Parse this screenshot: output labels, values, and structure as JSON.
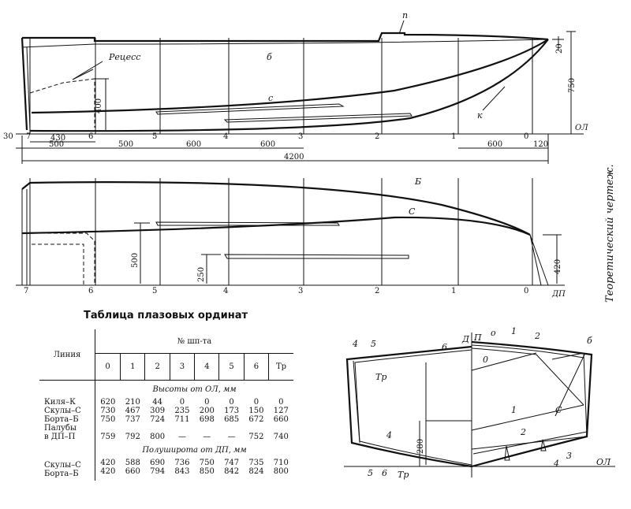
{
  "side_view": {
    "labels": {
      "recess": "Рецесс",
      "b": "б",
      "s": "с",
      "k": "к",
      "p": "п",
      "ol": "ОЛ"
    },
    "stations": [
      "7",
      "6",
      "5",
      "4",
      "3",
      "2",
      "1",
      "0"
    ],
    "dims": {
      "d430": "430",
      "d500a": "500",
      "d500b": "500",
      "d600a": "600",
      "d600b": "600",
      "d600c": "600",
      "d120": "120",
      "d30": "30",
      "d400": "400",
      "d20": "20",
      "d750": "750",
      "d4200": "4200"
    }
  },
  "plan_view": {
    "labels": {
      "B": "Б",
      "C": "С",
      "dp": "ДП"
    },
    "stations": [
      "7",
      "6",
      "5",
      "4",
      "3",
      "2",
      "1",
      "0"
    ],
    "dims": {
      "d500": "500",
      "d250": "250",
      "d420": "420"
    }
  },
  "body_plan": {
    "labels": {
      "d": "Д",
      "p": "П",
      "o": "о",
      "n1": "1",
      "n2": "2",
      "b": "б",
      "n4": "4",
      "n5": "5",
      "tr": "Тр",
      "n6": "6",
      "zero": "0",
      "one": "1",
      "two": "2",
      "c": "С",
      "four": "4",
      "three": "3",
      "bot4": "4",
      "bot5": "5",
      "bot6": "6",
      "botTr": "Тр",
      "d280": "280",
      "ol": "ОЛ"
    }
  },
  "side_caption": "Теоретический чертеж.",
  "table": {
    "title": "Таблица плазовых ординат",
    "col_header_line": "Линия",
    "group_header": "№ шп-та",
    "columns": [
      "0",
      "1",
      "2",
      "3",
      "4",
      "5",
      "6",
      "Тр"
    ],
    "section1_title": "Высоты от ОЛ, мм",
    "section1_names": [
      "Киля–К",
      "Скулы–С",
      "Борта–Б",
      "Палубы",
      "в ДП–П"
    ],
    "section1_rows": [
      [
        "620",
        "210",
        "44",
        "0",
        "0",
        "0",
        "0",
        "0"
      ],
      [
        "730",
        "467",
        "309",
        "235",
        "200",
        "173",
        "150",
        "127"
      ],
      [
        "750",
        "737",
        "724",
        "711",
        "698",
        "685",
        "672",
        "660"
      ],
      [
        "",
        "",
        "",
        "",
        "",
        "",
        "",
        ""
      ],
      [
        "759",
        "792",
        "800",
        "—",
        "—",
        "—",
        "752",
        "740"
      ]
    ],
    "section2_title": "Полуширота от ДП, мм",
    "section2_names": [
      "Скулы–С",
      "Борта–Б"
    ],
    "section2_rows": [
      [
        "420",
        "588",
        "690",
        "736",
        "750",
        "747",
        "735",
        "710"
      ],
      [
        "420",
        "660",
        "794",
        "843",
        "850",
        "842",
        "824",
        "800"
      ]
    ]
  }
}
